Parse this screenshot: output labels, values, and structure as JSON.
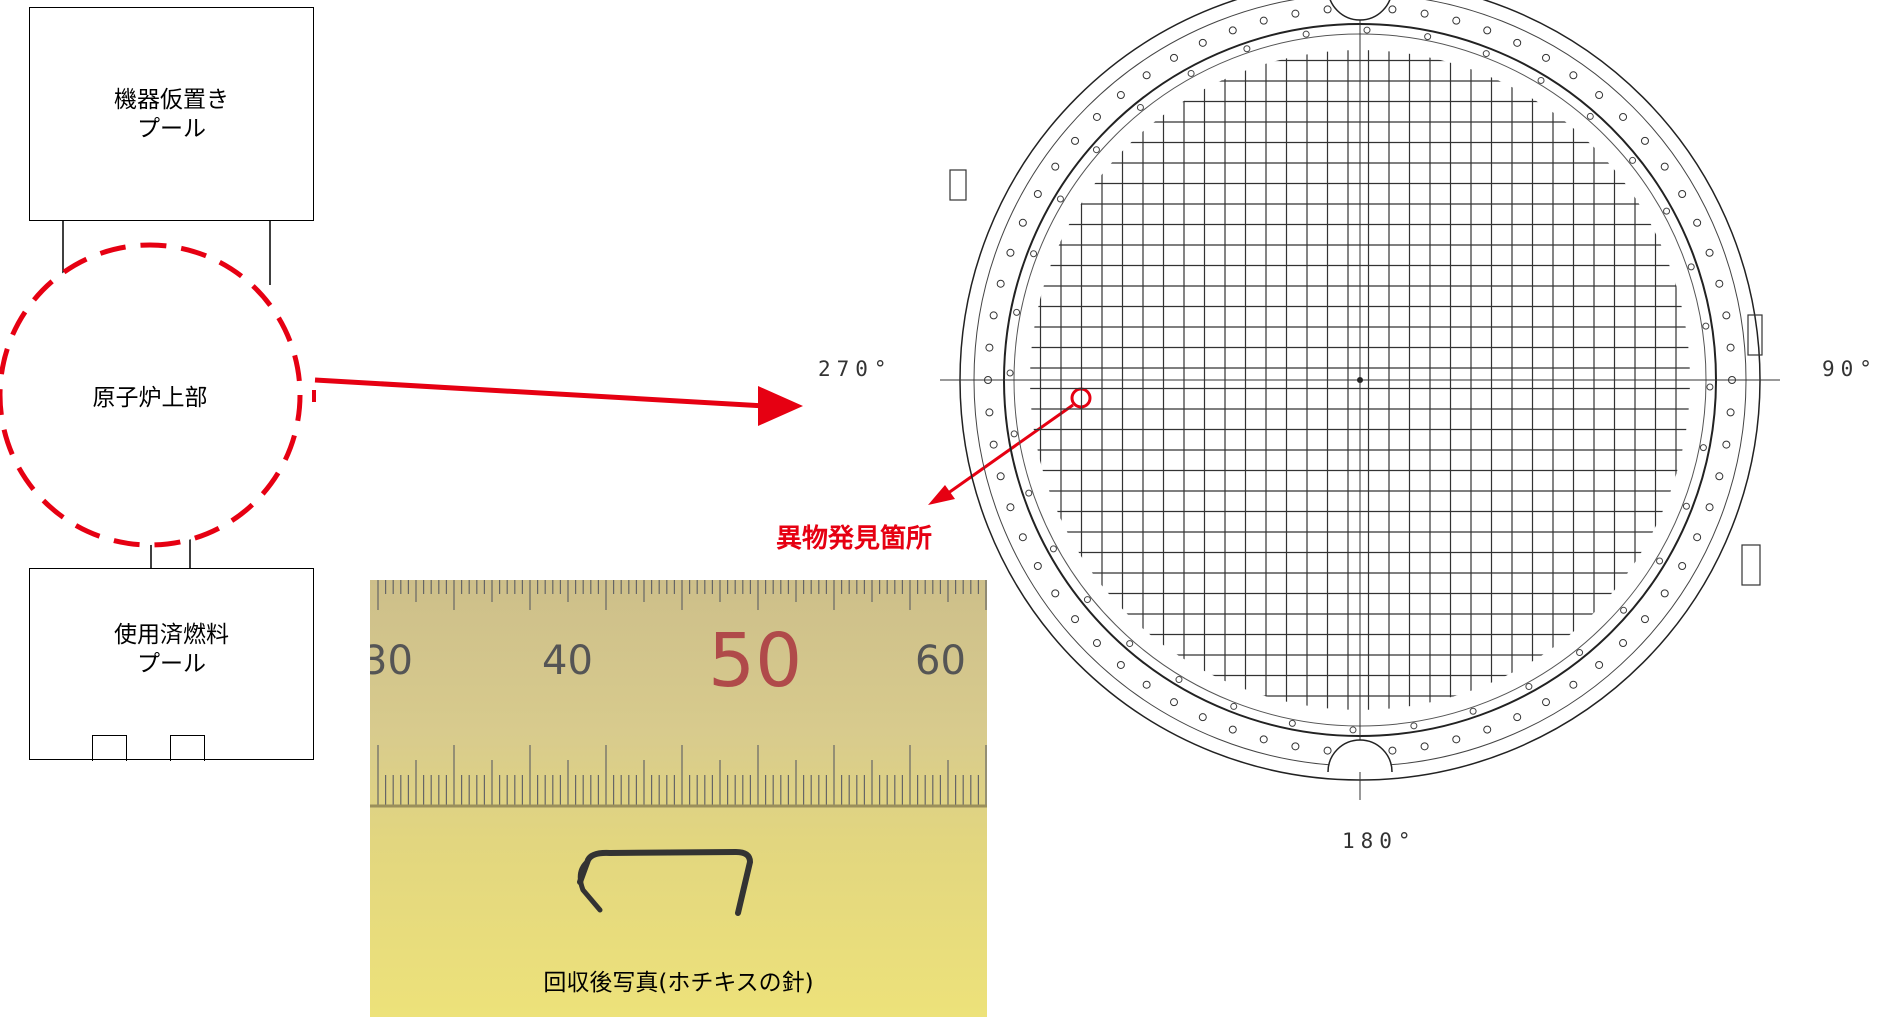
{
  "diagram": {
    "equipment_pool_line1": "機器仮置き",
    "equipment_pool_line2": "プール",
    "reactor_top": "原子炉上部",
    "spent_fuel_pool_line1": "使用済燃料",
    "spent_fuel_pool_line2": "プール",
    "angle_270": "270°",
    "angle_90": "90°",
    "angle_180": "180°",
    "found_location": "異物発見箇所",
    "photo_caption": "回収後写真(ホチキスの針)",
    "ruler_labels": [
      "30",
      "40",
      "50",
      "60"
    ]
  },
  "colors": {
    "accent_red": "#e60012",
    "ruler_yellow": "#e2d67f"
  }
}
